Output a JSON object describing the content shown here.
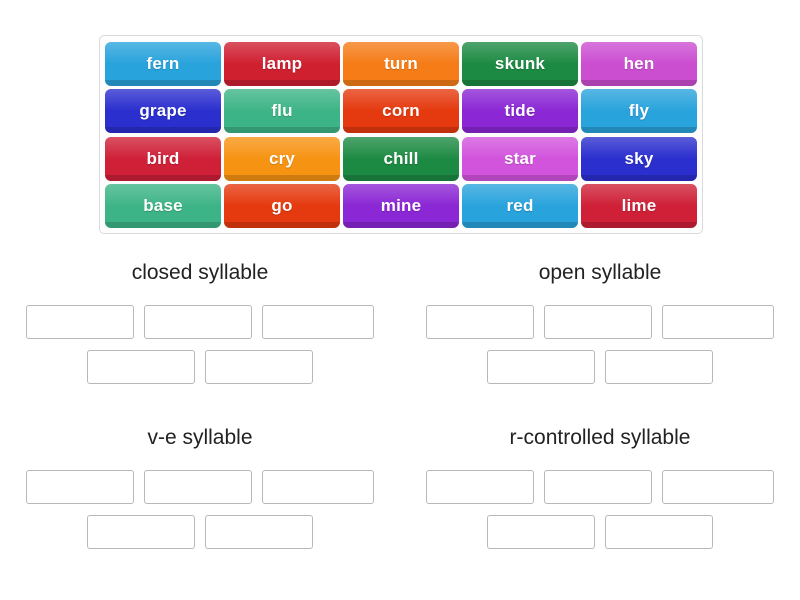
{
  "activity": {
    "type": "group-sort",
    "title": "",
    "text_color": "#ffffff"
  },
  "word_bank": {
    "name": "word-bank",
    "rows": [
      [
        {
          "label": "fern",
          "color": "#29a3dc"
        },
        {
          "label": "lamp",
          "color": "#cf2030"
        },
        {
          "label": "turn",
          "color": "#f57c17"
        },
        {
          "label": "skunk",
          "color": "#1d8a43"
        },
        {
          "label": "hen",
          "color": "#cb4ed1"
        }
      ],
      [
        {
          "label": "grape",
          "color": "#2b2fce"
        },
        {
          "label": "flu",
          "color": "#3db487"
        },
        {
          "label": "corn",
          "color": "#e53a0f"
        },
        {
          "label": "tide",
          "color": "#8b27d4"
        },
        {
          "label": "fly",
          "color": "#29a3dc"
        }
      ],
      [
        {
          "label": "bird",
          "color": "#cf2038"
        },
        {
          "label": "cry",
          "color": "#f79313"
        },
        {
          "label": "chill",
          "color": "#1d8a43"
        },
        {
          "label": "star",
          "color": "#d254dd"
        },
        {
          "label": "sky",
          "color": "#2b2fce"
        }
      ],
      [
        {
          "label": "base",
          "color": "#3db487"
        },
        {
          "label": "go",
          "color": "#e53a0f"
        },
        {
          "label": "mine",
          "color": "#8b27d4"
        },
        {
          "label": "red",
          "color": "#29a3dc"
        },
        {
          "label": "lime",
          "color": "#cf2038"
        }
      ]
    ]
  },
  "categories": [
    {
      "title": "closed syllable",
      "slot_rows": [
        [
          "",
          "",
          ""
        ],
        [
          "",
          ""
        ]
      ]
    },
    {
      "title": "open syllable",
      "slot_rows": [
        [
          "",
          "",
          ""
        ],
        [
          "",
          ""
        ]
      ]
    },
    {
      "title": "v-e syllable",
      "slot_rows": [
        [
          "",
          "",
          ""
        ],
        [
          "",
          ""
        ]
      ]
    },
    {
      "title": "r-controlled syllable",
      "slot_rows": [
        [
          "",
          "",
          ""
        ],
        [
          "",
          ""
        ]
      ]
    }
  ]
}
